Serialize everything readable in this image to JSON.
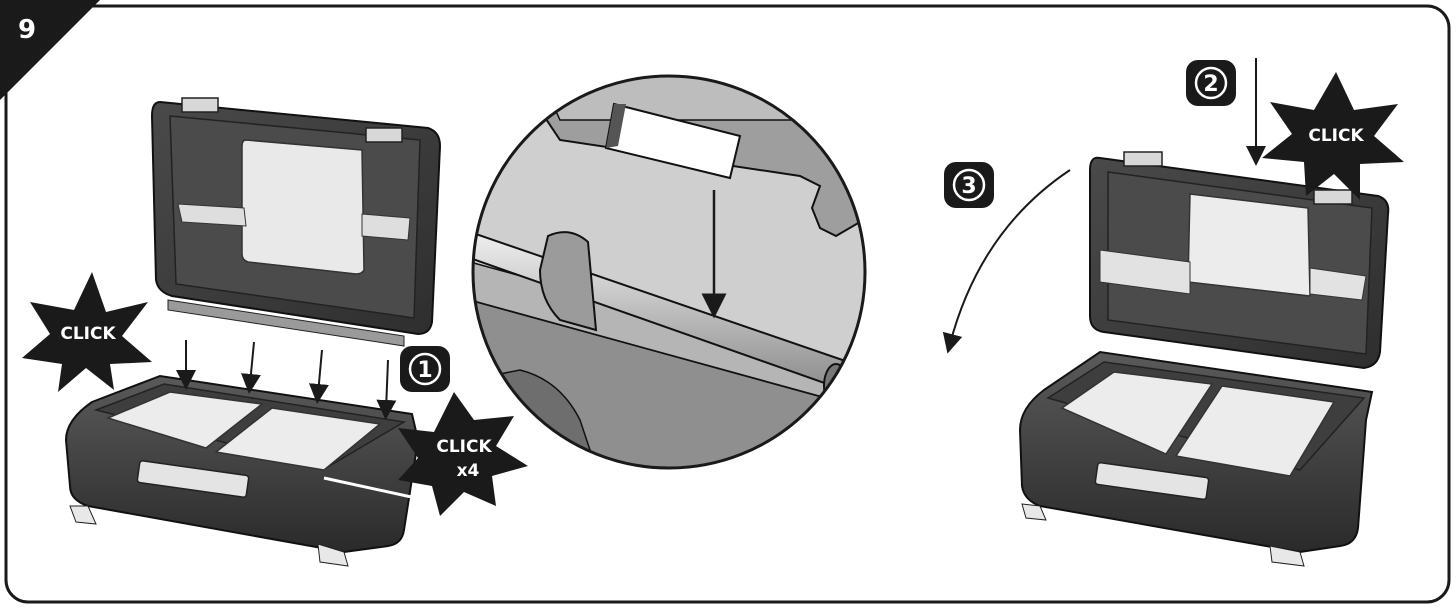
{
  "step_number": "9",
  "bursts": {
    "left": "CLICK",
    "right": "CLICK",
    "bottom_line1": "CLICK",
    "bottom_line2": "x4"
  },
  "badges": {
    "one": "1",
    "two": "2",
    "three": "3"
  },
  "colors": {
    "frame": "#1a1a1a",
    "case_body": "#3a3a3a",
    "case_light": "#e6e6e6",
    "badge_bg": "#1a1a1a"
  }
}
